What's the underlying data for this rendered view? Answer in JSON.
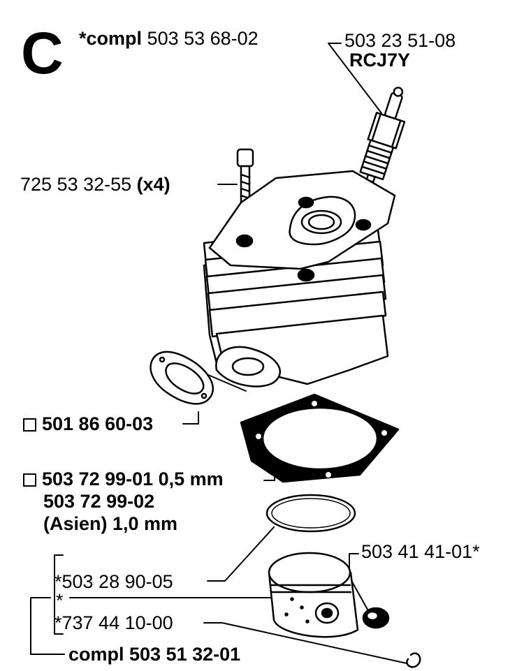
{
  "diagram": {
    "section_letter": "C",
    "cylinder_kit": {
      "prefix": "*compl",
      "number": "503 53 68-02"
    },
    "spark_plug": {
      "number": "503 23 51-08",
      "type": "RCJ7Y"
    },
    "screw": {
      "number": "725 53 32-55",
      "qty": "(x4)"
    },
    "exhaust_gasket": {
      "number": "501 86 60-03"
    },
    "base_gasket": {
      "number": "503 72 99-01 0,5 mm",
      "alt_number": "503 72 99-02",
      "alt_note": "(Asien) 1,0 mm"
    },
    "piston_ring": {
      "number": "*503 28 90-05"
    },
    "piston": {
      "number": "*"
    },
    "circlip": {
      "number": "*737 44 10-00"
    },
    "needle_bearing": {
      "number": "503 41 41-01*"
    },
    "piston_kit": {
      "number": "compl 503 51 32-01"
    }
  }
}
